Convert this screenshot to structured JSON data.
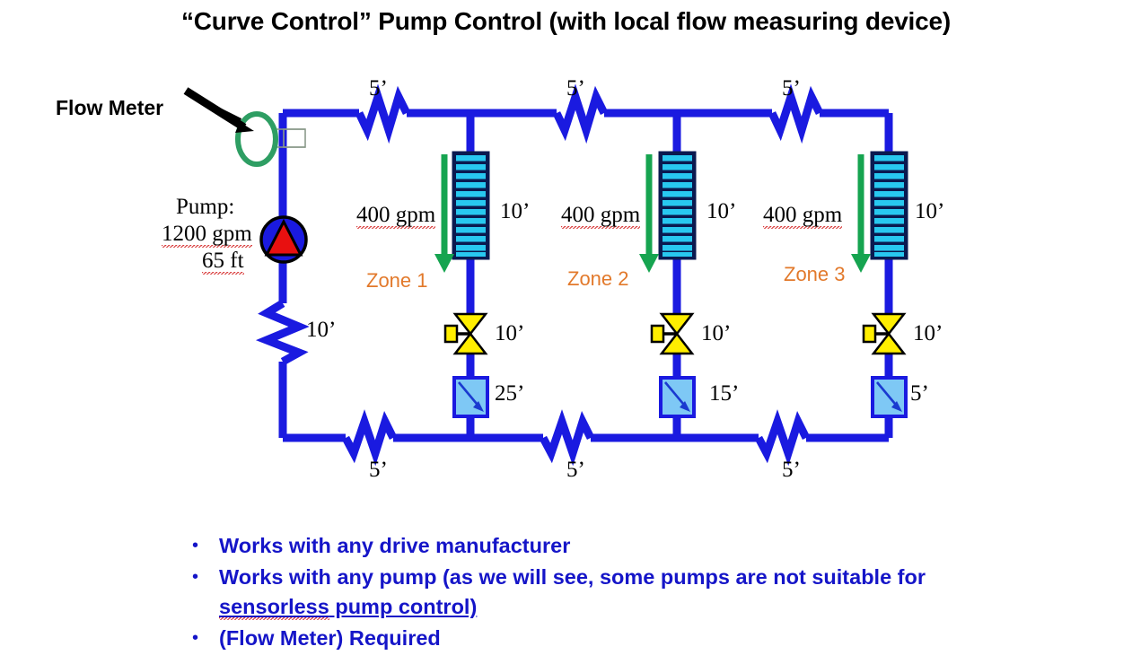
{
  "title": "“Curve Control” Pump Control (with local flow measuring device)",
  "annotations": {
    "flow_meter_label": "Flow Meter",
    "pump_label_line1": "Pump:",
    "pump_label_line2": "1200 gpm",
    "pump_label_line3": "65 ft"
  },
  "pipe_labels": {
    "top": [
      "5’",
      "5’",
      "5’"
    ],
    "bottom": [
      "5’",
      "5’",
      "5’"
    ],
    "left_riser": "10’"
  },
  "zones": [
    {
      "name": "Zone 1",
      "flow": "400 gpm",
      "coil_label": "10’",
      "valve_label": "10’",
      "balance_label": "25’"
    },
    {
      "name": "Zone 2",
      "flow": "400 gpm",
      "coil_label": "10’",
      "valve_label": "10’",
      "balance_label": "15’"
    },
    {
      "name": "Zone 3",
      "flow": "400 gpm",
      "coil_label": "10’",
      "valve_label": "10’",
      "balance_label": "5’"
    }
  ],
  "bullets": [
    {
      "marker": "•",
      "text": "Works with any drive manufacturer"
    },
    {
      "marker": "•",
      "text_part1": "Works with any pump (as we will see, some pumps are not suitable for ",
      "text_underlined": "sensorless",
      "text_part2": " pump control)"
    },
    {
      "marker": "•",
      "text": " (Flow Meter) Required"
    }
  ],
  "colors": {
    "pipe": "#1a1ae0",
    "coil_fill": "#28c8f0",
    "coil_border": "#0a1a50",
    "valve_fill": "#ffee00",
    "balance_fill": "#7ec8f5",
    "balance_border": "#1a1ae0",
    "arrow_green": "#16a450",
    "flowmeter_green": "#2e9e63",
    "pump_blue": "#1a1ae0",
    "pump_red": "#e81010",
    "zone_text": "#E2792B",
    "bullet_text": "#1515c8",
    "title_text": "#000000"
  }
}
